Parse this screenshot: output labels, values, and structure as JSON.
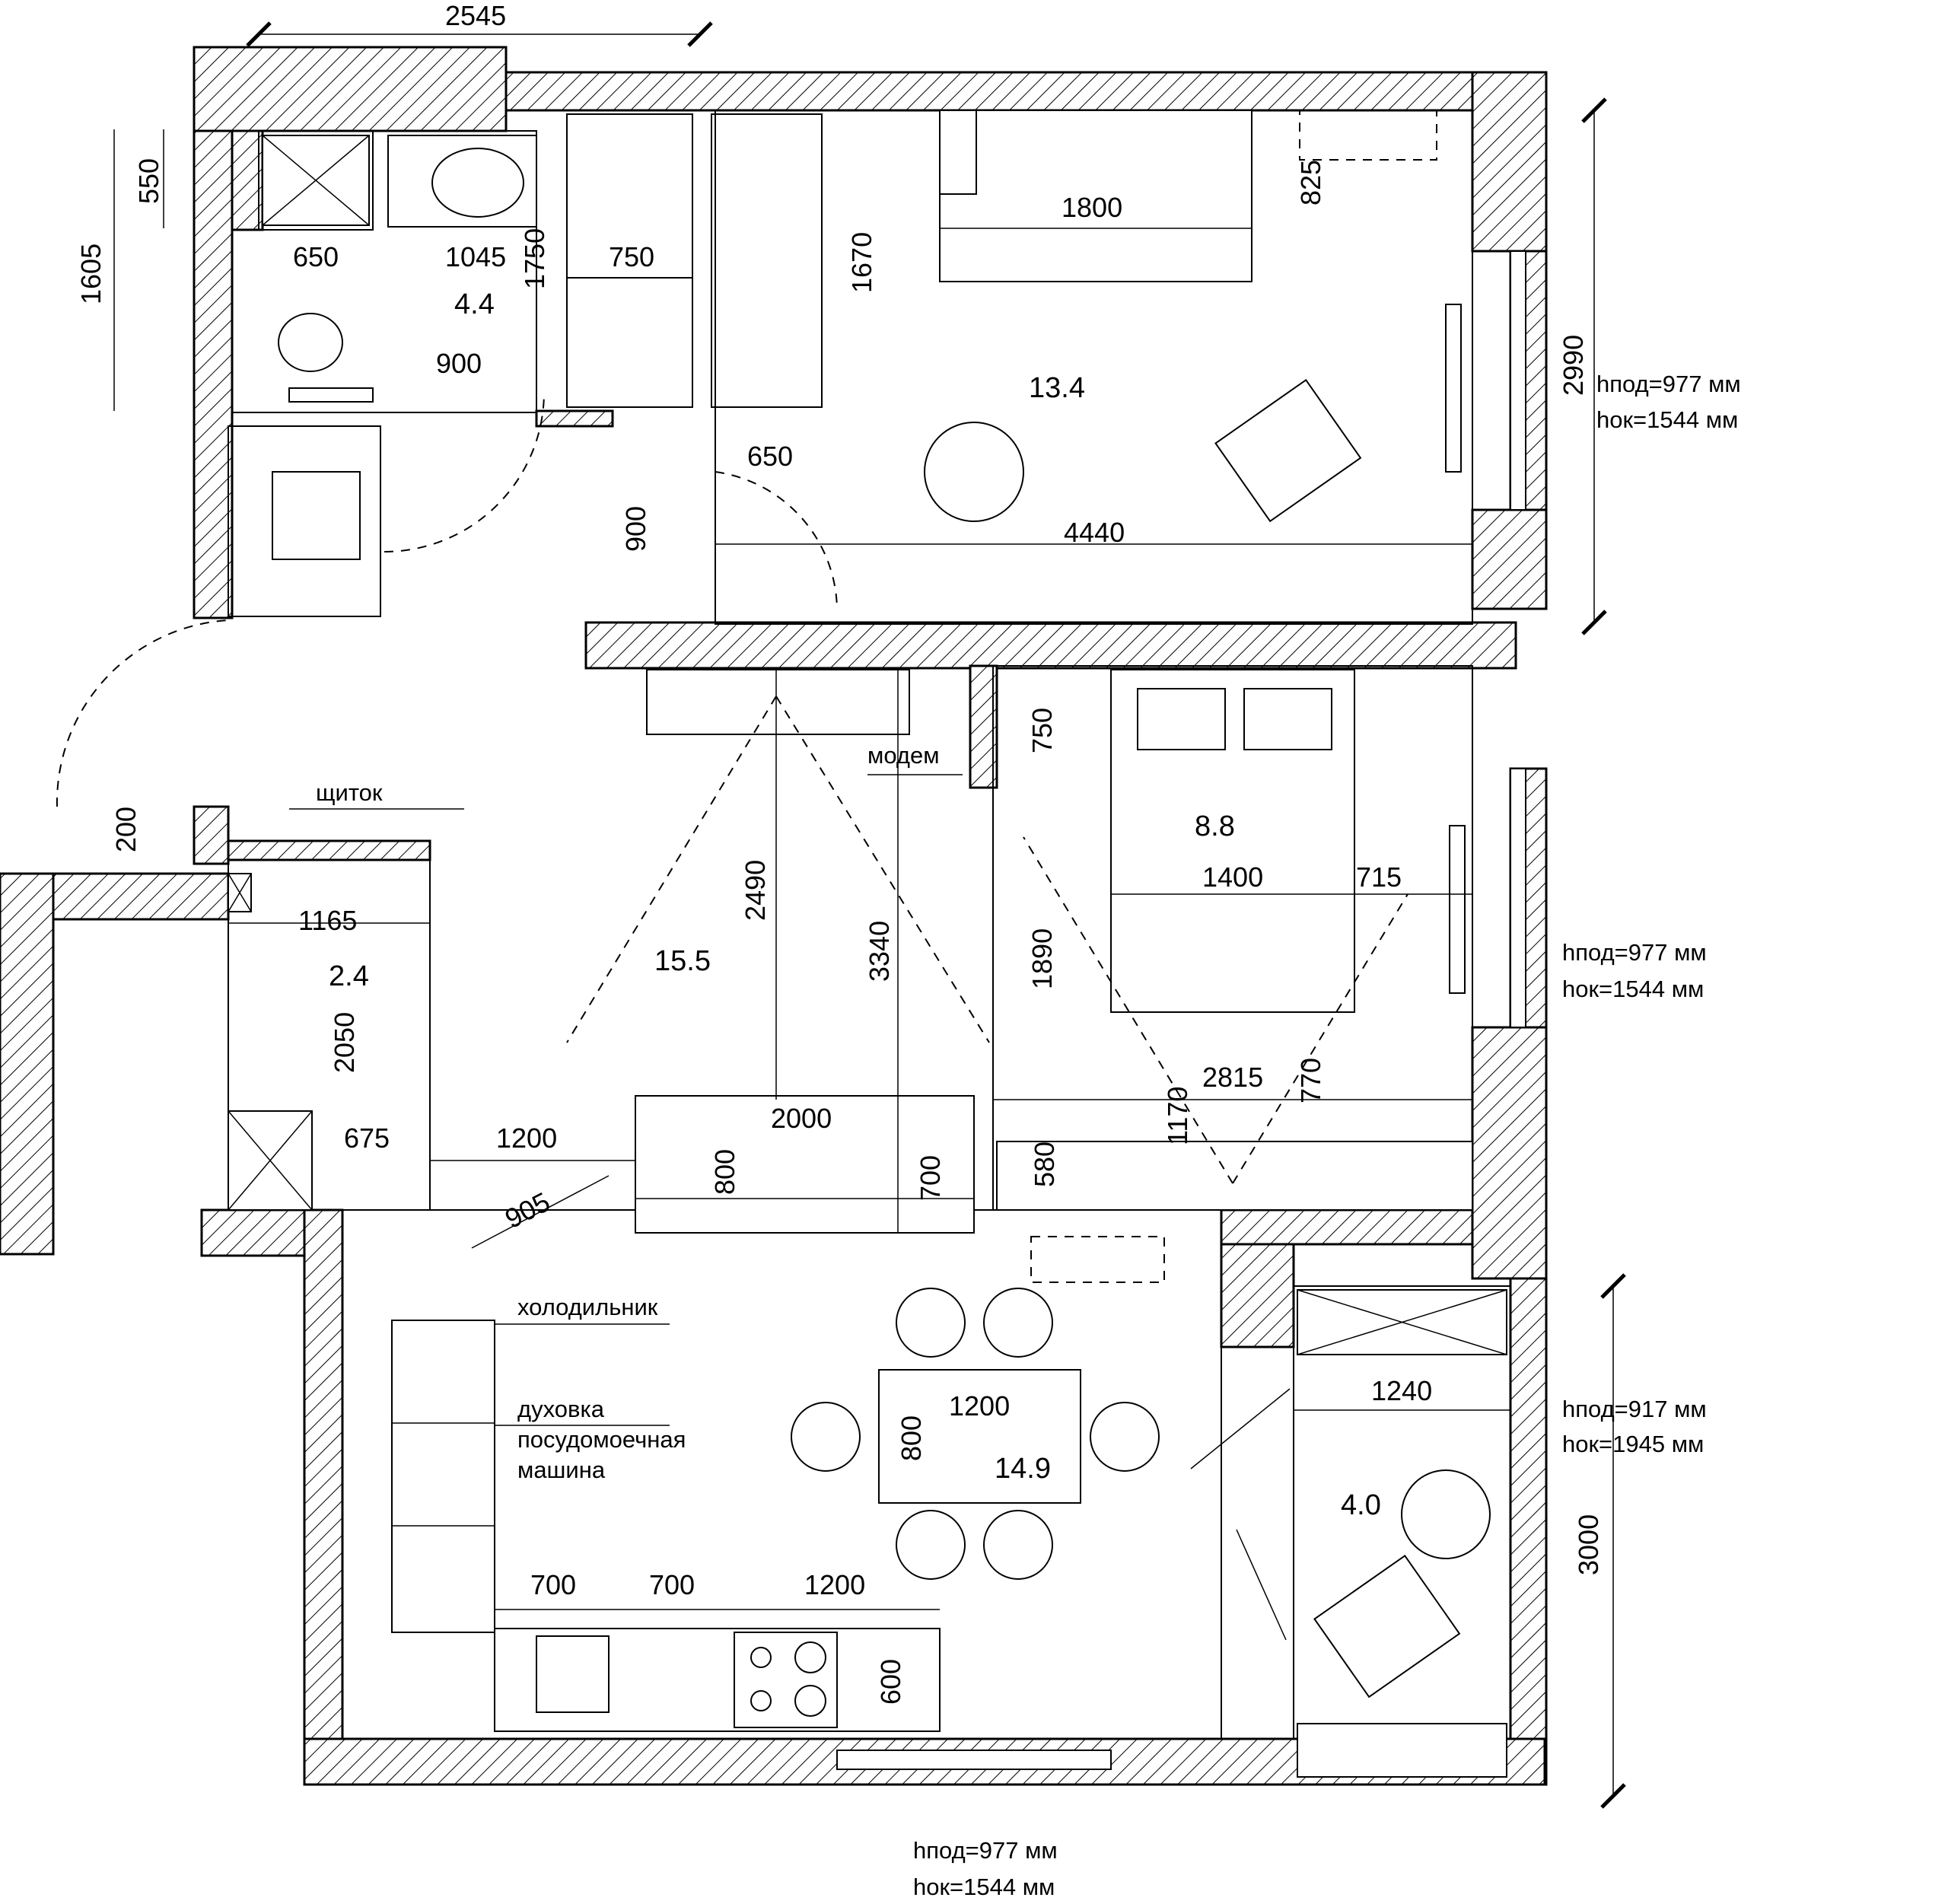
{
  "plan": {
    "rooms": {
      "bathroom_area": "4.4",
      "bedroom1_area": "13.4",
      "hall_area": "15.5",
      "closet_area": "2.4",
      "bedroom2_area": "8.8",
      "kitchen_area": "14.9",
      "balcony_area": "4.0"
    },
    "dimensions": {
      "d2545": "2545",
      "d550": "550",
      "d1605": "1605",
      "d650a": "650",
      "d1045": "1045",
      "d1750": "1750",
      "d750a": "750",
      "d900a": "900",
      "d1670": "1670",
      "d1800": "1800",
      "d825": "825",
      "d2990": "2990",
      "d650b": "650",
      "d900b": "900",
      "d4440": "4440",
      "d750b": "750",
      "d2490": "2490",
      "d3340": "3340",
      "d1400": "1400",
      "d715": "715",
      "d1890": "1890",
      "d200": "200",
      "d1165": "1165",
      "d2050": "2050",
      "d675": "675",
      "d1200a": "1200",
      "d905": "905",
      "d2000": "2000",
      "d800a": "800",
      "d700a": "700",
      "d2815": "2815",
      "d1170": "1170",
      "d770": "770",
      "d580": "580",
      "d1200b": "1200",
      "d800b": "800",
      "d1240": "1240",
      "d3000": "3000",
      "d700b": "700",
      "d700c": "700",
      "d1200c": "1200",
      "d600": "600"
    },
    "labels": {
      "modem": "модем",
      "panel": "щиток",
      "fridge": "холодильник",
      "oven": "духовка",
      "dishwasher_1": "посудомоечная",
      "dishwasher_2": "машина"
    },
    "window_notes": {
      "w1_sill": "hпод=977 мм",
      "w1_height": "hок=1544 мм",
      "w2_sill": "hпод=977 мм",
      "w2_height": "hок=1544 мм",
      "w3_sill": "hпод=917 мм",
      "w3_height": "hок=1945 мм",
      "w4_sill": "hпод=977 мм",
      "w4_height": "hок=1544 мм"
    }
  }
}
